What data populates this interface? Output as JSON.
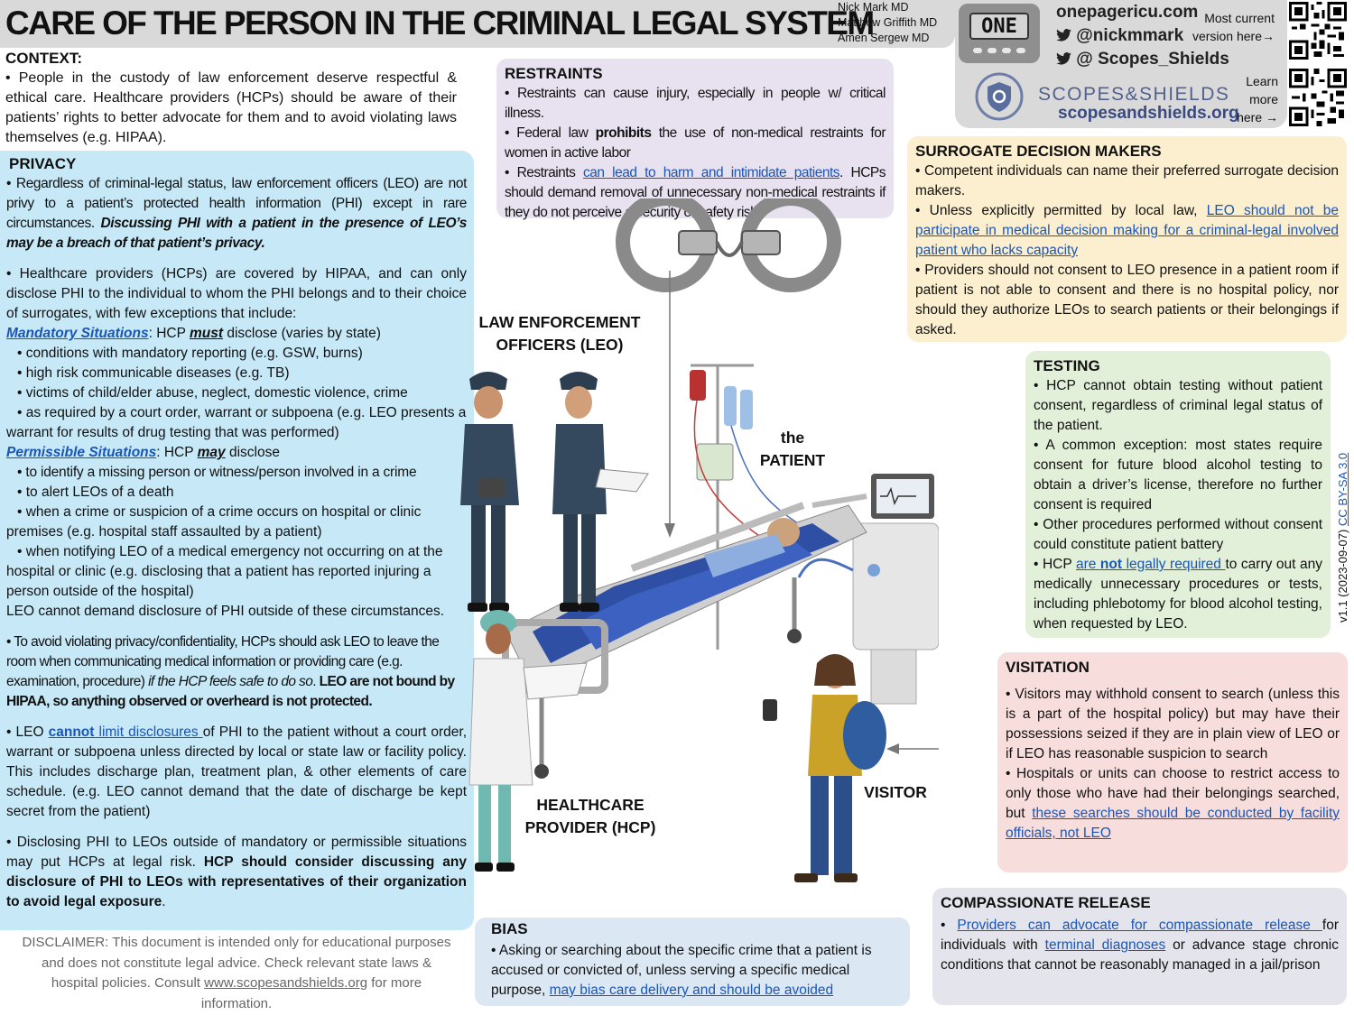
{
  "header": {
    "title": "CARE OF THE PERSON IN THE CRIMINAL LEGAL SYSTEM",
    "authors": [
      "Nick Mark MD",
      "Matthew Griffith MD",
      "Amen Sergew MD"
    ],
    "one_logo": "ONE",
    "site": "onepagericu.com",
    "twitter1": "@nickmmark",
    "twitter2": "@ Scopes_Shields",
    "current_version": "Most current version here→",
    "scopes_brand": "SCOPES&SHIELDS",
    "scopes_site": "scopesandshields.org",
    "learn_more": "Learn more here →"
  },
  "version": {
    "text": "v1.1 (2023-09-07)",
    "license": "CC BY-SA 3.0"
  },
  "context": {
    "title": "CONTEXT:",
    "text": "• People in the custody of law enforcement deserve respectful & ethical care. Healthcare providers (HCPs) should be aware of their patients’ rights to better advocate for them and to avoid violating laws themselves (e.g. HIPAA)."
  },
  "privacy": {
    "title": "PRIVACY",
    "p1": "• Regardless of criminal-legal status, law enforcement officers (LEO) are not privy to a patient’s protected health information (PHI) except in rare circumstances.",
    "p1_emph": "Discussing PHI with a patient in the presence of LEO’s may be a breach of that patient’s privacy.",
    "p2": "• Healthcare providers (HCPs) are covered by HIPAA, and can only disclose PHI to the individual to whom the PHI belongs and to their choice of surrogates, with few exceptions that include:",
    "mandatory_label": "Mandatory Situations",
    "mandatory_rest_a": ": HCP ",
    "mandatory_must": "must",
    "mandatory_rest_b": " disclose (varies by state)",
    "mandatory_items": [
      "• conditions with mandatory reporting (e.g. GSW, burns)",
      "• high risk communicable diseases (e.g. TB)",
      "• victims of child/elder abuse, neglect, domestic violence, crime",
      "• as required by a court order, warrant or subpoena (e.g. LEO presents a warrant for results of drug testing that was performed)"
    ],
    "permissible_label": "Permissible Situations",
    "permissible_rest_a": ": HCP ",
    "permissible_may": "may",
    "permissible_rest_b": " disclose",
    "permissible_items": [
      "• to identify a missing person or witness/person involved in a crime",
      "• to alert LEOs of a death",
      "• when a crime or suspicion of a crime occurs on hospital or clinic premises (e.g. hospital staff assaulted by a patient)",
      "• when notifying LEO of a medical emergency not occurring on at the hospital or clinic (e.g. disclosing that a patient has reported injuring a person outside of the hospital)"
    ],
    "cannot_demand": "LEO cannot demand disclosure of PHI outside of these circumstances.",
    "p3_a": "• To avoid violating privacy/confidentiality, HCPs should ask LEO to leave the room when communicating medical information or providing care (e.g. examination, procedure) ",
    "p3_em": "if the HCP feels safe to do so",
    "p3_b": ". ",
    "p3_bold": "LEO are not bound by HIPAA, so anything observed or overheard is not protected.",
    "p4_a": "• LEO ",
    "p4_link_bold": "cannot",
    "p4_link": " limit disclosures ",
    "p4_b": "of PHI to the patient without a court order, warrant or subpoena unless directed by local or state law or facility policy. This includes discharge plan, treatment plan, & other elements of care schedule. (e.g. LEO cannot demand that the date of discharge be kept secret from the patient)",
    "p5_a": "• Disclosing PHI to LEOs outside of mandatory or permissible situations may put HCPs at legal risk. ",
    "p5_bold": "HCP should consider discussing any disclosure of PHI to LEOs with representatives of their organization to avoid legal exposure",
    "p5_b": "."
  },
  "disclaimer": {
    "text_a": "DISCLAIMER: This document is intended only for educational purposes and does not constitute legal advice. Check relevant state laws & hospital policies. Consult ",
    "link": "www.scopesandshields.org",
    "text_b": " for more information."
  },
  "restraints": {
    "title": "RESTRAINTS",
    "b1": "• Restraints can cause injury, especially in people w/ critical illness.",
    "b2_a": "• Federal law ",
    "b2_bold": "prohibits",
    "b2_b": " the use of non-medical restraints for women in active labor",
    "b3_a": "• Restraints ",
    "b3_link": "can lead to harm and intimidate patients",
    "b3_b": ". HCPs should demand removal of unnecessary non-medical restraints if they do not perceive a security or safety risk."
  },
  "scene": {
    "leo_label": "LAW ENFORCEMENT OFFICERS (LEO)",
    "patient_label_1": "the",
    "patient_label_2": "PATIENT",
    "hcp_label": "HEALTHCARE PROVIDER (HCP)",
    "visitor_label": "VISITOR"
  },
  "surrogate": {
    "title": "SURROGATE DECISION MAKERS",
    "b1": "• Competent individuals can name their preferred surrogate decision makers.",
    "b2_a": "• Unless explicitly permitted by local law, ",
    "b2_link": "LEO should not be participate in medical decision making for a criminal-legal involved patient who lacks capacity",
    "b3": "• Providers should not consent to LEO presence in a patient room if patient is not able to consent and there is no hospital policy, nor should they authorize LEOs to search patients or their belongings if asked."
  },
  "testing": {
    "title": "TESTING",
    "b1": "• HCP cannot obtain testing without patient consent, regardless of criminal legal status of the patient.",
    "b2": "• A common exception: most states require consent for future blood alcohol testing to obtain a driver’s license, therefore no further consent is required",
    "b3": "• Other procedures performed without consent could constitute patient battery",
    "b4_a": "• HCP ",
    "b4_link_a": "are ",
    "b4_link_bold": "not",
    "b4_link_b": " legally required ",
    "b4_b": "to carry out any medically unnecessary procedures or tests, including phlebotomy for blood alcohol testing, when requested by LEO."
  },
  "visitation": {
    "title": "VISITATION",
    "b1": "• Visitors may withhold consent to search (unless this is a part of the hospital policy) but may have their possessions seized if they are in plain view of LEO or if LEO has reasonable suspicion to search",
    "b2_a": "• Hospitals or units can choose to restrict access to only those who have had their belongings searched, but ",
    "b2_link": "these searches should be conducted by facility officials, not LEO"
  },
  "compassionate": {
    "title": "COMPASSIONATE RELEASE",
    "a": "• ",
    "link1": "Providers can advocate for compassionate release ",
    "b": "for individuals with ",
    "link2": "terminal diagnoses",
    "c": " or advance stage chronic conditions that cannot be reasonably managed in a jail/prison"
  },
  "bias": {
    "title": "BIAS",
    "a": "• Asking or searching about the specific crime that a patient is accused or convicted of, unless serving a specific medical purpose, ",
    "link": "may bias care delivery and should be avoided"
  },
  "colors": {
    "privacy_bg": "#c6e8f7",
    "restraints_bg": "#e8e1f0",
    "surrogate_bg": "#fbefcf",
    "testing_bg": "#e2efd9",
    "visitation_bg": "#f7dedd",
    "compassionate_bg": "#e4e4ec",
    "bias_bg": "#dbe8f4",
    "header_bg": "#d9d9d9",
    "link": "#1a56b8"
  }
}
